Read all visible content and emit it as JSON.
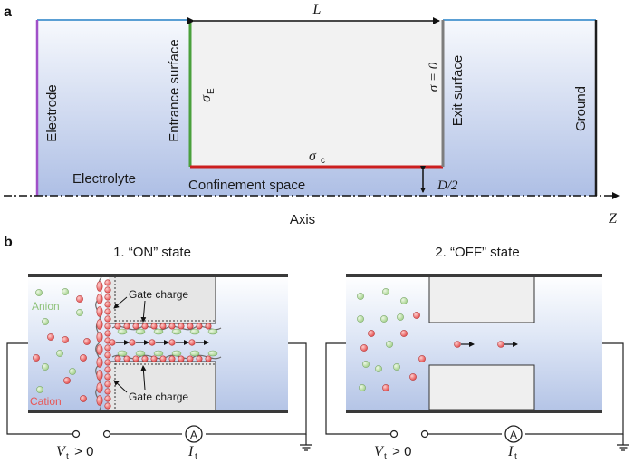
{
  "panel_a": {
    "label": "a",
    "length_symbol": "L",
    "electrode": "Electrode",
    "entrance_surface": "Entrance surface",
    "sigma_e_base": "σ",
    "sigma_e_sub": "E",
    "sigma_exit": "σ = 0",
    "exit_surface": "Exit surface",
    "ground": "Ground",
    "electrolyte": "Electrolyte",
    "confinement_space": "Confinement space",
    "sigma_c_base": "σ",
    "sigma_c_sub": "c",
    "half_diameter": "D/2",
    "axis": "Axis",
    "z_symbol": "Z",
    "colors": {
      "electrode": "#a050c8",
      "entrance": "#4aa03c",
      "confinement": "#cc1f1f",
      "exit": "#7d7d7d",
      "boundary": "#5a9fd4",
      "ground": "#1e1e1e",
      "electrolyte_top": "#f7f9fd",
      "electrolyte_bottom": "#aebfe5"
    }
  },
  "panel_b": {
    "label": "b",
    "on": {
      "title": "1. “ON” state",
      "anion": "Anion",
      "cation": "Cation",
      "gate_charge_top": "Gate charge",
      "gate_charge_bottom": "Gate charge",
      "vt_base": "V",
      "vt_sub": "t",
      "vt_tail": " > 0",
      "ammeter": "A",
      "it_base": "I",
      "it_sub": "t"
    },
    "off": {
      "title": "2. “OFF” state",
      "vt_base": "V",
      "vt_sub": "t",
      "vt_tail": " > 0",
      "ammeter": "A",
      "it_base": "I",
      "it_sub": "t"
    },
    "colors": {
      "anion": "#b7dca0",
      "cation": "#f06a6a",
      "membrane": "#e0e0e0",
      "wall": "#3a3a3a"
    }
  }
}
